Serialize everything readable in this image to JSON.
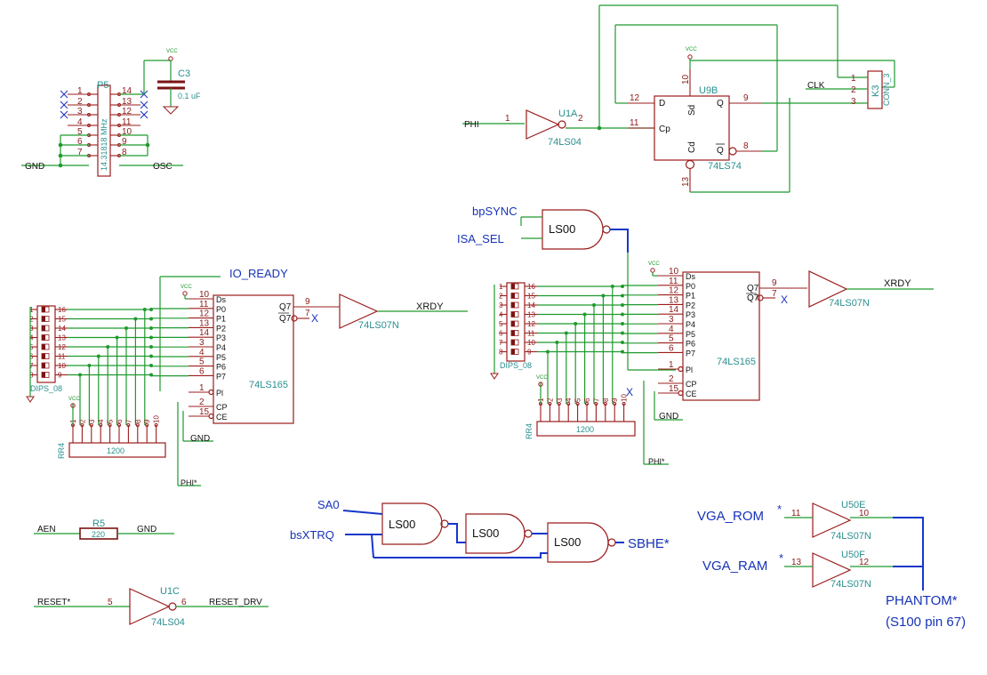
{
  "p5": {
    "ref": "P5",
    "value": "14.31818 MHz",
    "pins_left": [
      "1",
      "2",
      "3",
      "4",
      "5",
      "6",
      "7"
    ],
    "pins_right": [
      "14",
      "13",
      "12",
      "11",
      "10",
      "9",
      "8"
    ],
    "gnd": "GND",
    "osc": "OSC"
  },
  "c3": {
    "ref": "C3",
    "value": "0.1 uF"
  },
  "u1a": {
    "ref": "U1A",
    "type": "74LS04",
    "in_pin": "1",
    "out_pin": "2",
    "in_net": "PHI"
  },
  "u9b": {
    "ref": "U9B",
    "type": "74LS74",
    "pin_d": "12",
    "pin_cp": "11",
    "pin_sd": "10",
    "pin_cd": "13",
    "pin_q": "9",
    "pin_qn": "8",
    "lbl_d": "D",
    "lbl_cp": "Cp",
    "lbl_sd": "Sd",
    "lbl_cd": "Cd",
    "lbl_q": "Q",
    "lbl_qn": "Q"
  },
  "k3": {
    "ref": "K3",
    "name": "CONN_3",
    "pins": [
      "1",
      "2",
      "3"
    ],
    "net": "CLK"
  },
  "nand_top": {
    "type": "LS00",
    "in1": "bpSYNC",
    "in2": "ISA_SEL"
  },
  "shift_left": {
    "type": "74LS165",
    "pins": [
      "10",
      "11",
      "12",
      "13",
      "14",
      "3",
      "4",
      "5",
      "6",
      "1",
      "2",
      "15"
    ],
    "labels": [
      "Ds",
      "P0",
      "P1",
      "P2",
      "P3",
      "P4",
      "P5",
      "P6",
      "P7",
      "Pl",
      "CP",
      "CE"
    ],
    "q7": "Q7",
    "q7n": "Q7",
    "q7_pin": "9",
    "q7n_pin": "7",
    "x": "X",
    "net_io": "IO_READY",
    "gnd": "GND",
    "phi": "PHI*"
  },
  "shift_right": {
    "type": "74LS165",
    "pins": [
      "10",
      "11",
      "12",
      "13",
      "14",
      "3",
      "4",
      "5",
      "6",
      "1",
      "2",
      "15"
    ],
    "labels": [
      "Ds",
      "P0",
      "P1",
      "P2",
      "P3",
      "P4",
      "P5",
      "P6",
      "P7",
      "Pl",
      "CP",
      "CE"
    ],
    "q7": "Q7",
    "q7n": "Q7",
    "q7_pin": "9",
    "q7n_pin": "7",
    "x": "X",
    "gnd": "GND",
    "phi": "PHI*"
  },
  "buf_left": {
    "type": "74LS07N",
    "out": "XRDY"
  },
  "buf_right": {
    "type": "74LS07N",
    "out": "XRDY"
  },
  "dip_left": {
    "name": "DIPS_08",
    "left_pins": [
      "1",
      "2",
      "3",
      "4",
      "5",
      "6",
      "7",
      "8"
    ],
    "right_pins": [
      "16",
      "15",
      "14",
      "13",
      "12",
      "11",
      "10",
      "9"
    ]
  },
  "dip_right": {
    "name": "DIPS_08",
    "left_pins": [
      "1",
      "2",
      "3",
      "4",
      "5",
      "6",
      "7",
      "8"
    ],
    "right_pins": [
      "16",
      "15",
      "14",
      "13",
      "12",
      "11",
      "10",
      "9"
    ]
  },
  "rr_left": {
    "ref": "RR4",
    "value": "1200",
    "pins": [
      "1",
      "2",
      "3",
      "4",
      "5",
      "6",
      "7",
      "8",
      "9",
      "10"
    ]
  },
  "rr_right": {
    "ref": "RR4",
    "value": "1200",
    "pins": [
      "1",
      "2",
      "3",
      "4",
      "5",
      "6",
      "7",
      "8",
      "9",
      "10"
    ],
    "x": "X"
  },
  "r5": {
    "ref": "R5",
    "value": "220",
    "left": "AEN",
    "right": "GND"
  },
  "u1c": {
    "ref": "U1C",
    "type": "74LS04",
    "in_pin": "5",
    "out_pin": "6",
    "in_net": "RESET*",
    "out_net": "RESET_DRV"
  },
  "sbhe": {
    "in1": "SA0",
    "in2": "bsXTRQ",
    "g1": "LS00",
    "g2": "LS00",
    "g3": "LS00",
    "out": "SBHE*"
  },
  "vga": {
    "rom": "VGA_ROM",
    "ram": "VGA_RAM",
    "star": "*",
    "e_ref": "U50E",
    "f_ref": "U50F",
    "e_type": "74LS07N",
    "f_type": "74LS07N",
    "e_in": "11",
    "e_out": "10",
    "f_in": "13",
    "f_out": "12",
    "phantom": "PHANTOM*",
    "phantom_sub": "(S100 pin 67)"
  }
}
